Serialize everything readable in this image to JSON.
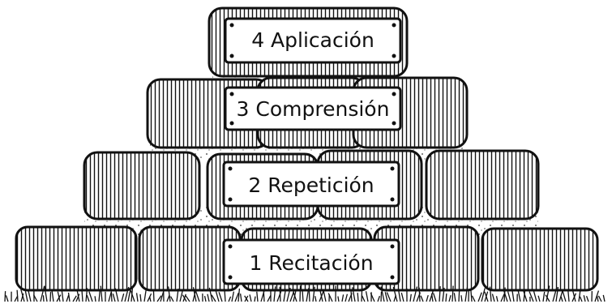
{
  "levels": [
    {
      "label": "4 Aplicación"
    },
    {
      "label": "3 Comprensión"
    },
    {
      "label": "2 Repetición"
    },
    {
      "label": "1 Recitación"
    }
  ],
  "colors": {
    "ink": "#111111",
    "stone": "#ffffff",
    "mortar": "#f2f2f2"
  }
}
